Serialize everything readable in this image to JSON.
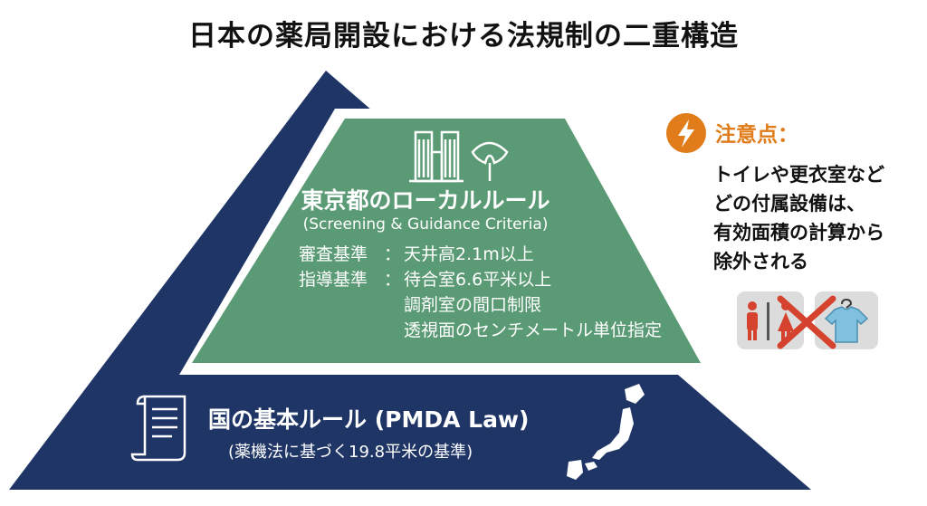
{
  "title": "日本の薬局開設における法規制の二重構造",
  "local_rules": {
    "title": "東京都のローカルルール",
    "subtitle": "(Screening & Guidance Criteria)",
    "criteria": [
      {
        "label": "審査基準",
        "colon": "：",
        "values": [
          "天井高2.1m以上"
        ]
      },
      {
        "label": "指導基準",
        "colon": "：",
        "values": [
          "待合室6.6平米以上",
          "調剤室の間口制限",
          "透視面のセンチメートル単位指定"
        ]
      }
    ]
  },
  "national_rules": {
    "title": "国の基本ルール (PMDA Law)",
    "subtitle": "(薬機法に基づく19.8平米の基準)"
  },
  "note": {
    "heading": "注意点：",
    "lines": [
      "トイレや更衣室など",
      "どの付属設備は、",
      "有効面積の計算から",
      "除外される"
    ]
  },
  "icons": {
    "warning": "lightning-bolt-icon",
    "government": "tokyo-government-building-icon",
    "ginkgo": "ginkgo-leaf-icon",
    "scroll": "scroll-document-icon",
    "map": "japan-map-icon",
    "restroom": "restroom-icon",
    "clothing": "tshirt-hanger-icon"
  },
  "colors": {
    "navy": "#1f3566",
    "green": "#5a9a74",
    "accent": "#e07c1a",
    "cross": "#d5432f"
  }
}
